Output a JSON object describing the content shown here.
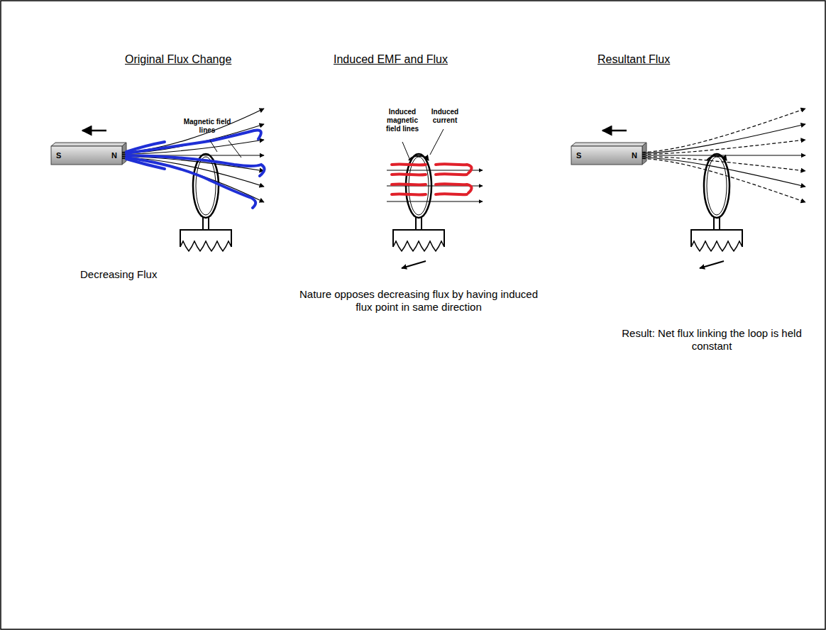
{
  "diagram": {
    "nodes": [
      {
        "text": [
          "S",
          "N"
        ]
      },
      {
        "text": [
          "S",
          "N"
        ]
      }
    ],
    "labels": [
      "Original Flux Change",
      "Induced EMF and Flux",
      "Resultant Flux",
      "Magnetic field lines",
      "Induced magnetic field lines",
      "Induced current",
      "Decreasing Flux",
      "Nature opposes decreasing flux by having induced flux point in same direction",
      "Result: Net flux linking the loop is held constant"
    ]
  }
}
